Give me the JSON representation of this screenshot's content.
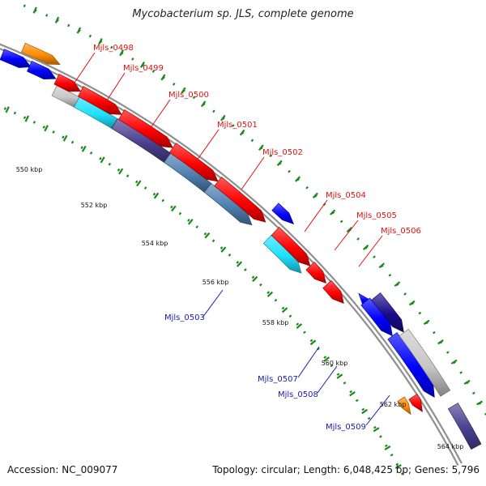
{
  "title": "Mycobacterium sp. JLS, complete genome",
  "footer": {
    "accession": "Accession: NC_009077",
    "summary": "Topology: circular; Length: 6,048,425 bp; Genes: 5,796"
  },
  "colors": {
    "backbone": "#8f8f8f",
    "tick": "#1a8a1a",
    "label_forward": "#dd1111",
    "label_reverse": "#1a1ab0",
    "red": "#ff0000",
    "blue": "#0000ff",
    "cyan": "#1ee1ff",
    "navy": "#1a0a8a",
    "steel": "#4e7fb0",
    "slate": "#4a4090",
    "silver": "#c8c8c8",
    "orange": "#ff8c00"
  },
  "scale": {
    "unit": "kbp",
    "labels": [
      "550 kbp",
      "552 kbp",
      "554 kbp",
      "556 kbp",
      "558 kbp",
      "560 kbp",
      "562 kbp",
      "564 kbp"
    ]
  },
  "gene_labels": {
    "forward": [
      "Mjls_0498",
      "Mjls_0499",
      "Mjls_0500",
      "Mjls_0501",
      "Mjls_0502",
      "Mjls_0504",
      "Mjls_0505",
      "Mjls_0506"
    ],
    "reverse": [
      "Mjls_0503",
      "Mjls_0507",
      "Mjls_0508",
      "Mjls_0509"
    ]
  }
}
